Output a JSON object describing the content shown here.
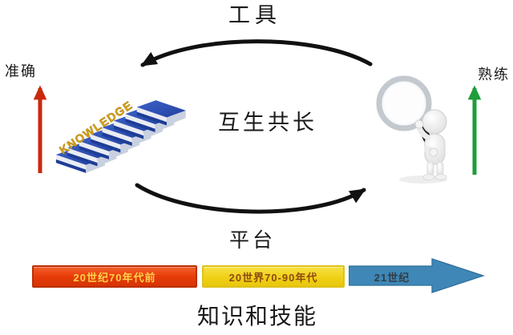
{
  "diagram": {
    "title_top": "工具",
    "center_label": "互生共长",
    "platform_label": "平台",
    "footer_label": "知识和技能",
    "left_axis_label": "准确",
    "right_axis_label": "熟练"
  },
  "images": {
    "knowledge_text": "KNOWLEDGE"
  },
  "timeline": {
    "segments": [
      {
        "label": "20世纪70年代前",
        "fill": "#e73c0a",
        "text_color": "#ffd24a"
      },
      {
        "label": "20世界70-90年代",
        "fill": "#efcf14",
        "text_color": "#8c4a12"
      },
      {
        "label": "21世纪",
        "fill": "#3e87b6",
        "text_color": "#333c45"
      }
    ]
  },
  "colors": {
    "cycle_arrows": "#111111",
    "left_axis_arrow": "#c9290c",
    "right_axis_arrow": "#1d9e3a"
  }
}
